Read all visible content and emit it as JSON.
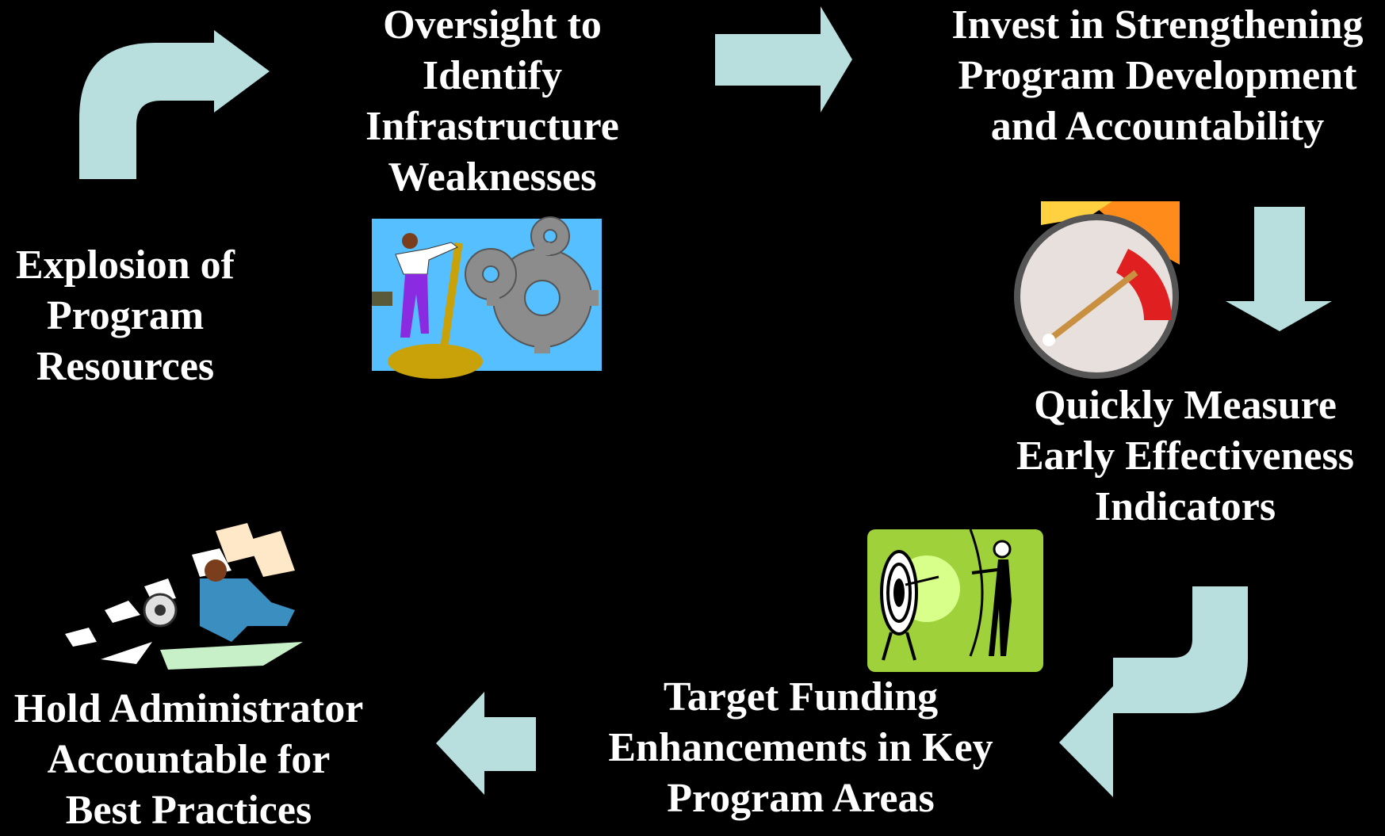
{
  "colors": {
    "background": "#000000",
    "text": "#ffffff",
    "arrow": "#b8dede"
  },
  "steps": [
    {
      "lines": [
        "Explosion of",
        "Program",
        "Resources"
      ]
    },
    {
      "lines": [
        "Oversight to",
        "Identify",
        "Infrastructure",
        "Weaknesses"
      ]
    },
    {
      "lines": [
        "Invest in Strengthening",
        "Program Development",
        "and Accountability"
      ]
    },
    {
      "lines": [
        "Quickly Measure",
        "Early Effectiveness",
        "Indicators"
      ]
    },
    {
      "lines": [
        "Target Funding",
        "Enhancements in Key",
        "Program Areas"
      ]
    },
    {
      "lines": [
        "Hold Administrator",
        "Accountable for",
        "Best Practices"
      ]
    }
  ],
  "icons": {
    "gears": "gears-clipart-icon",
    "gauge": "speed-gauge-icon",
    "target": "archery-target-icon",
    "runner": "running-businessman-icon",
    "arrows": "cycle-arrow-icon"
  }
}
